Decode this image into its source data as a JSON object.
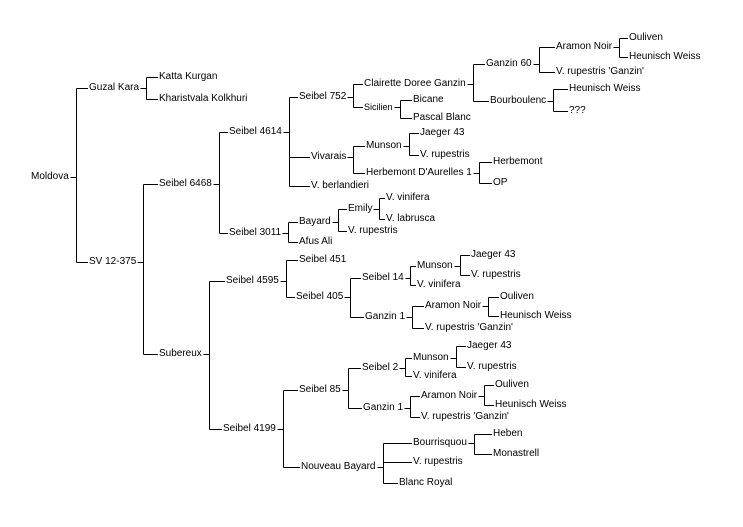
{
  "tree": {
    "nodes": [
      {
        "id": "moldova",
        "label": "Moldova"
      },
      {
        "id": "guzal_kara",
        "label": "Guzal Kara"
      },
      {
        "id": "katta_kurgan",
        "label": "Katta Kurgan"
      },
      {
        "id": "kharistvala_kolkhuri",
        "label": "Kharistvala Kolkhuri"
      },
      {
        "id": "sv_12_375",
        "label": "SV 12-375"
      },
      {
        "id": "seibel_6468",
        "label": "Seibel 6468"
      },
      {
        "id": "seibel_4614",
        "label": "Seibel 4614"
      },
      {
        "id": "seibel_752",
        "label": "Seibel 752"
      },
      {
        "id": "clairette_doree_ganzin",
        "label": "Clairette Doree Ganzin"
      },
      {
        "id": "ganzin_60",
        "label": "Ganzin 60"
      },
      {
        "id": "aramon_noir_a",
        "label": "Aramon Noir"
      },
      {
        "id": "ouliven_a",
        "label": "Ouliven"
      },
      {
        "id": "heunisch_weiss_a",
        "label": "Heunisch Weiss"
      },
      {
        "id": "v_rupestris_ganzin_a",
        "label": "V. rupestris 'Ganzin'"
      },
      {
        "id": "bourboulenc",
        "label": "Bourboulenc"
      },
      {
        "id": "heunisch_weiss_b",
        "label": "Heunisch Weiss"
      },
      {
        "id": "unknown",
        "label": "???"
      },
      {
        "id": "sicilien",
        "label": "Sicilien"
      },
      {
        "id": "bicane",
        "label": "Bicane"
      },
      {
        "id": "pascal_blanc",
        "label": "Pascal Blanc"
      },
      {
        "id": "vivarais",
        "label": "Vivarais"
      },
      {
        "id": "munson_a",
        "label": "Munson"
      },
      {
        "id": "jaeger_43_a",
        "label": "Jaeger 43"
      },
      {
        "id": "v_rupestris_a",
        "label": "V. rupestris"
      },
      {
        "id": "herbemont_daurelles",
        "label": "Herbemont D'Aurelles 1"
      },
      {
        "id": "herbemont",
        "label": "Herbemont"
      },
      {
        "id": "op",
        "label": "OP"
      },
      {
        "id": "v_berlandieri",
        "label": "V. berlandieri"
      },
      {
        "id": "seibel_3011",
        "label": "Seibel 3011"
      },
      {
        "id": "bayard",
        "label": "Bayard"
      },
      {
        "id": "emily",
        "label": "Emily"
      },
      {
        "id": "v_vinifera_a",
        "label": "V. vinifera"
      },
      {
        "id": "v_labrusca",
        "label": "V. labrusca"
      },
      {
        "id": "v_rupestris_b",
        "label": "V. rupestris"
      },
      {
        "id": "afus_ali",
        "label": "Afus Ali"
      },
      {
        "id": "subereux",
        "label": "Subereux"
      },
      {
        "id": "seibel_4595",
        "label": "Seibel 4595"
      },
      {
        "id": "seibel_451",
        "label": "Seibel 451"
      },
      {
        "id": "seibel_405",
        "label": "Seibel 405"
      },
      {
        "id": "seibel_14",
        "label": "Seibel 14"
      },
      {
        "id": "munson_b",
        "label": "Munson"
      },
      {
        "id": "jaeger_43_b",
        "label": "Jaeger 43"
      },
      {
        "id": "v_rupestris_c",
        "label": "V. rupestris"
      },
      {
        "id": "v_vinifera_b",
        "label": "V. vinifera"
      },
      {
        "id": "ganzin_1_a",
        "label": "Ganzin 1"
      },
      {
        "id": "aramon_noir_b",
        "label": "Aramon Noir"
      },
      {
        "id": "ouliven_b",
        "label": "Ouliven"
      },
      {
        "id": "heunisch_weiss_c",
        "label": "Heunisch Weiss"
      },
      {
        "id": "v_rupestris_ganzin_b",
        "label": "V. rupestris 'Ganzin'"
      },
      {
        "id": "seibel_4199",
        "label": "Seibel 4199"
      },
      {
        "id": "seibel_85",
        "label": "Seibel 85"
      },
      {
        "id": "seibel_2",
        "label": "Seibel 2"
      },
      {
        "id": "munson_c",
        "label": "Munson"
      },
      {
        "id": "jaeger_43_c",
        "label": "Jaeger 43"
      },
      {
        "id": "v_rupestris_d",
        "label": "V. rupestris"
      },
      {
        "id": "v_vinifera_c",
        "label": "V. vinifera"
      },
      {
        "id": "ganzin_1_b",
        "label": "Ganzin 1"
      },
      {
        "id": "aramon_noir_c",
        "label": "Aramon Noir"
      },
      {
        "id": "ouliven_c",
        "label": "Ouliven"
      },
      {
        "id": "heunisch_weiss_d",
        "label": "Heunisch Weiss"
      },
      {
        "id": "v_rupestris_ganzin_c",
        "label": "V. rupestris 'Ganzin'"
      },
      {
        "id": "nouveau_bayard",
        "label": "Nouveau Bayard"
      },
      {
        "id": "bourrisquou",
        "label": "Bourrisquou"
      },
      {
        "id": "heben",
        "label": "Heben"
      },
      {
        "id": "monastrell",
        "label": "Monastrell"
      },
      {
        "id": "v_rupestris_e",
        "label": "V. rupestris"
      },
      {
        "id": "blanc_royal",
        "label": "Blanc Royal"
      }
    ],
    "edges": [
      [
        "moldova",
        "guzal_kara"
      ],
      [
        "moldova",
        "sv_12_375"
      ],
      [
        "guzal_kara",
        "katta_kurgan"
      ],
      [
        "guzal_kara",
        "kharistvala_kolkhuri"
      ],
      [
        "sv_12_375",
        "seibel_6468"
      ],
      [
        "sv_12_375",
        "subereux"
      ],
      [
        "seibel_6468",
        "seibel_4614"
      ],
      [
        "seibel_6468",
        "seibel_3011"
      ],
      [
        "seibel_4614",
        "seibel_752"
      ],
      [
        "seibel_4614",
        "vivarais"
      ],
      [
        "seibel_4614",
        "v_berlandieri"
      ],
      [
        "seibel_752",
        "clairette_doree_ganzin"
      ],
      [
        "seibel_752",
        "sicilien"
      ],
      [
        "clairette_doree_ganzin",
        "ganzin_60"
      ],
      [
        "clairette_doree_ganzin",
        "bourboulenc"
      ],
      [
        "ganzin_60",
        "aramon_noir_a"
      ],
      [
        "ganzin_60",
        "v_rupestris_ganzin_a"
      ],
      [
        "aramon_noir_a",
        "ouliven_a"
      ],
      [
        "aramon_noir_a",
        "heunisch_weiss_a"
      ],
      [
        "bourboulenc",
        "heunisch_weiss_b"
      ],
      [
        "bourboulenc",
        "unknown"
      ],
      [
        "sicilien",
        "bicane"
      ],
      [
        "sicilien",
        "pascal_blanc"
      ],
      [
        "vivarais",
        "munson_a"
      ],
      [
        "vivarais",
        "herbemont_daurelles"
      ],
      [
        "munson_a",
        "jaeger_43_a"
      ],
      [
        "munson_a",
        "v_rupestris_a"
      ],
      [
        "herbemont_daurelles",
        "herbemont"
      ],
      [
        "herbemont_daurelles",
        "op"
      ],
      [
        "seibel_3011",
        "bayard"
      ],
      [
        "seibel_3011",
        "afus_ali"
      ],
      [
        "bayard",
        "emily"
      ],
      [
        "bayard",
        "v_rupestris_b"
      ],
      [
        "emily",
        "v_vinifera_a"
      ],
      [
        "emily",
        "v_labrusca"
      ],
      [
        "subereux",
        "seibel_4595"
      ],
      [
        "subereux",
        "seibel_4199"
      ],
      [
        "seibel_4595",
        "seibel_451"
      ],
      [
        "seibel_4595",
        "seibel_405"
      ],
      [
        "seibel_405",
        "seibel_14"
      ],
      [
        "seibel_405",
        "ganzin_1_a"
      ],
      [
        "seibel_14",
        "munson_b"
      ],
      [
        "seibel_14",
        "v_vinifera_b"
      ],
      [
        "munson_b",
        "jaeger_43_b"
      ],
      [
        "munson_b",
        "v_rupestris_c"
      ],
      [
        "ganzin_1_a",
        "aramon_noir_b"
      ],
      [
        "ganzin_1_a",
        "v_rupestris_ganzin_b"
      ],
      [
        "aramon_noir_b",
        "ouliven_b"
      ],
      [
        "aramon_noir_b",
        "heunisch_weiss_c"
      ],
      [
        "seibel_4199",
        "seibel_85"
      ],
      [
        "seibel_4199",
        "nouveau_bayard"
      ],
      [
        "seibel_85",
        "seibel_2"
      ],
      [
        "seibel_85",
        "ganzin_1_b"
      ],
      [
        "seibel_2",
        "munson_c"
      ],
      [
        "seibel_2",
        "v_vinifera_c"
      ],
      [
        "munson_c",
        "jaeger_43_c"
      ],
      [
        "munson_c",
        "v_rupestris_d"
      ],
      [
        "ganzin_1_b",
        "aramon_noir_c"
      ],
      [
        "ganzin_1_b",
        "v_rupestris_ganzin_c"
      ],
      [
        "aramon_noir_c",
        "ouliven_c"
      ],
      [
        "aramon_noir_c",
        "heunisch_weiss_d"
      ],
      [
        "nouveau_bayard",
        "bourrisquou"
      ],
      [
        "nouveau_bayard",
        "v_rupestris_e"
      ],
      [
        "nouveau_bayard",
        "blanc_royal"
      ],
      [
        "bourrisquou",
        "heben"
      ],
      [
        "bourrisquou",
        "monastrell"
      ]
    ]
  }
}
